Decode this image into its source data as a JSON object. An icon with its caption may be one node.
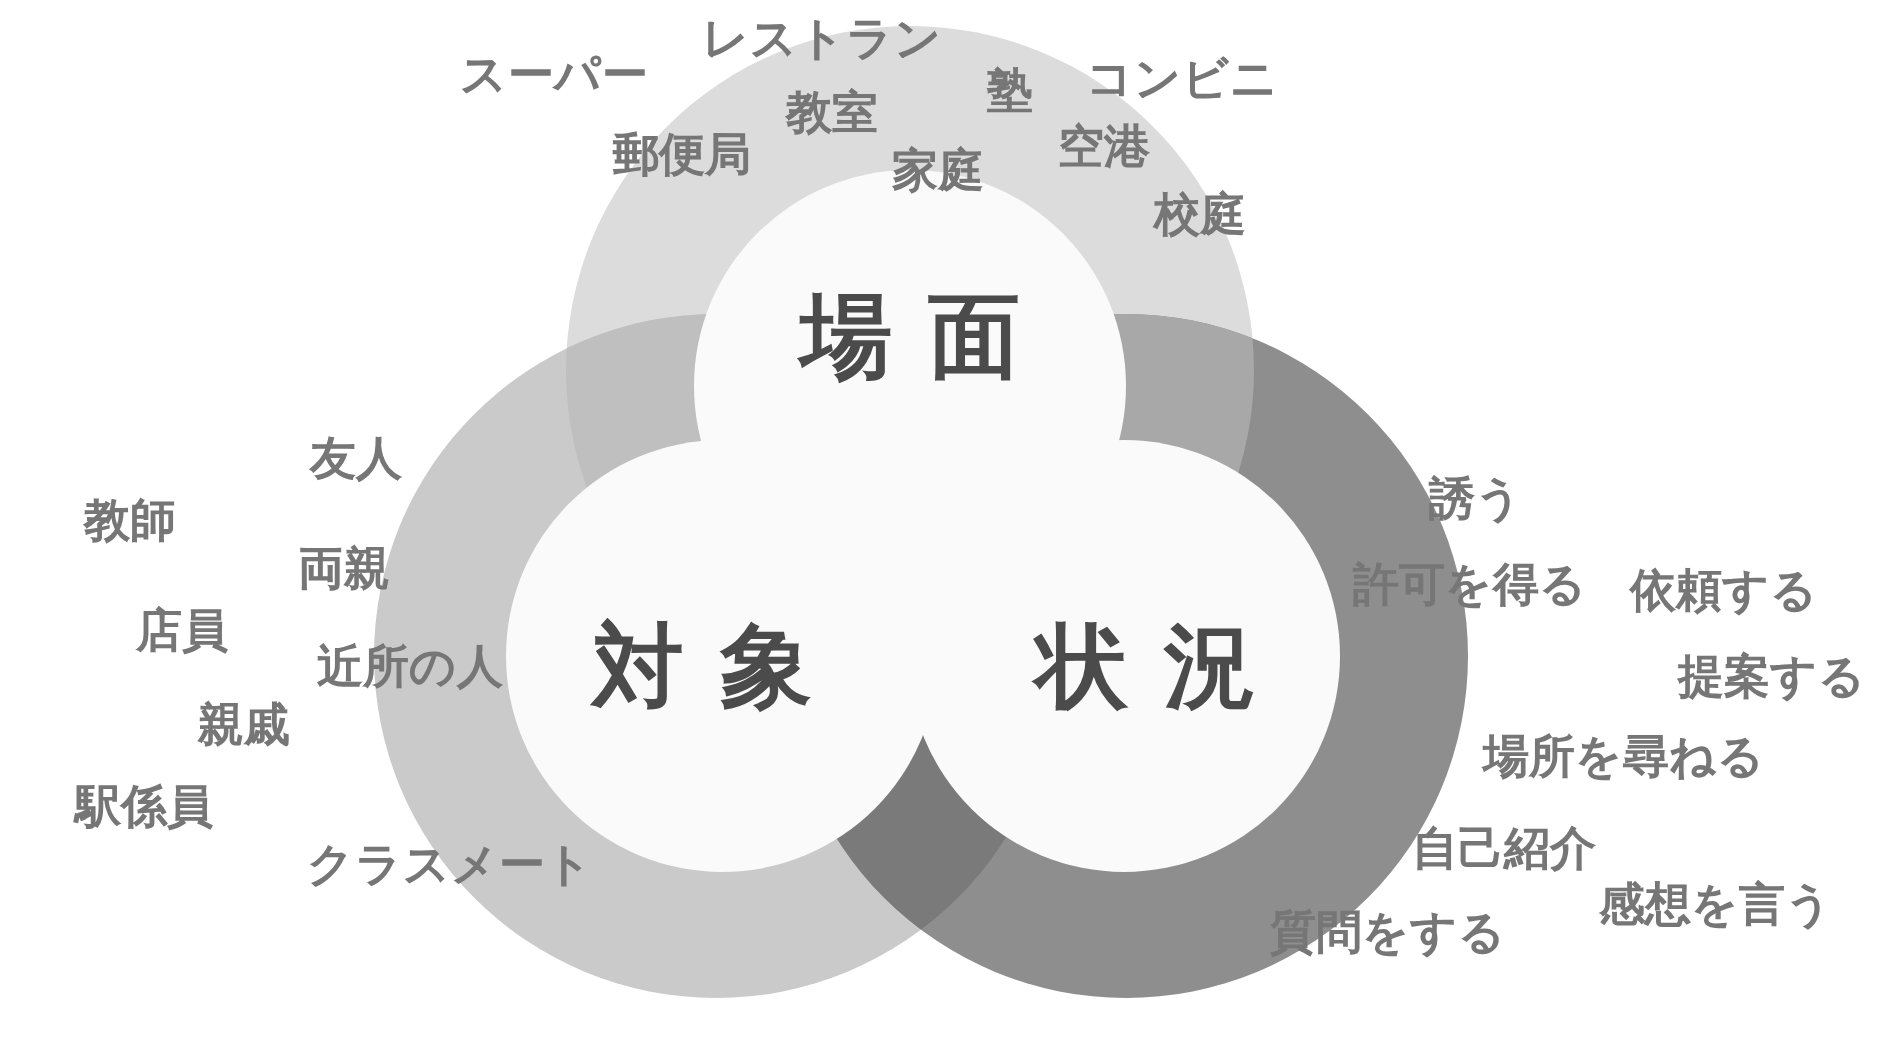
{
  "diagram": {
    "nodes": [
      {
        "text": [
          "場面"
        ]
      },
      {
        "text": [
          "対象"
        ]
      },
      {
        "text": [
          "状況"
        ]
      }
    ],
    "labels": [
      "レストラン",
      "スーパー",
      "塾",
      "コンビニ",
      "教室",
      "郵便局",
      "家庭",
      "空港",
      "校庭",
      "友人",
      "教師",
      "誘う",
      "両親",
      "許可を得る",
      "依頼する",
      "店員",
      "近所の人",
      "提案する",
      "親戚",
      "場所を尋ねる",
      "駅係員",
      "クラスメート",
      "自己紹介",
      "質問をする",
      "感想を言う"
    ]
  }
}
